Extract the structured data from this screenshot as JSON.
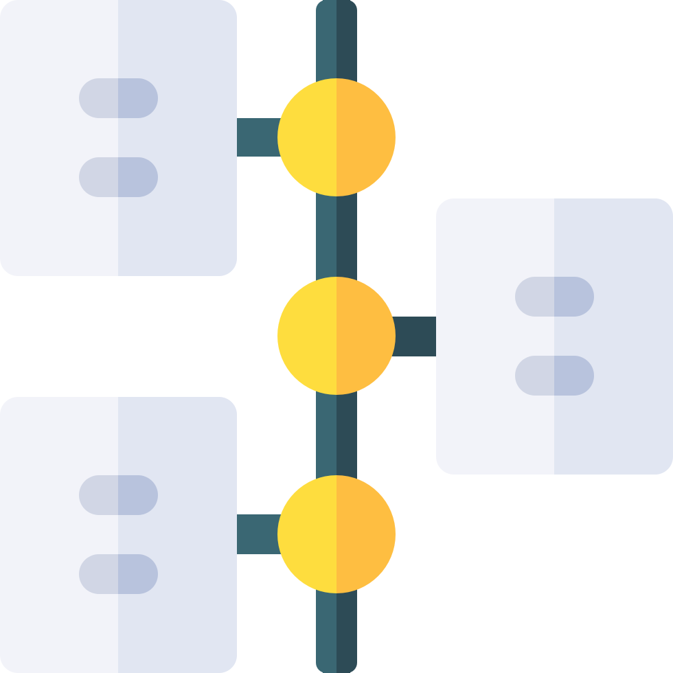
{
  "icon": {
    "name": "timeline-icon",
    "colors": {
      "spine_light": "#3A6773",
      "spine_dark": "#2D4B56",
      "node_light": "#FEDD3E",
      "node_dark": "#FEBE41",
      "card_light": "#F2F3F9",
      "card_dark": "#E1E6F2",
      "line_light": "#D1D6E5",
      "line_dark": "#B8C3DD"
    },
    "events": [
      {
        "side": "left"
      },
      {
        "side": "right"
      },
      {
        "side": "left"
      }
    ]
  }
}
